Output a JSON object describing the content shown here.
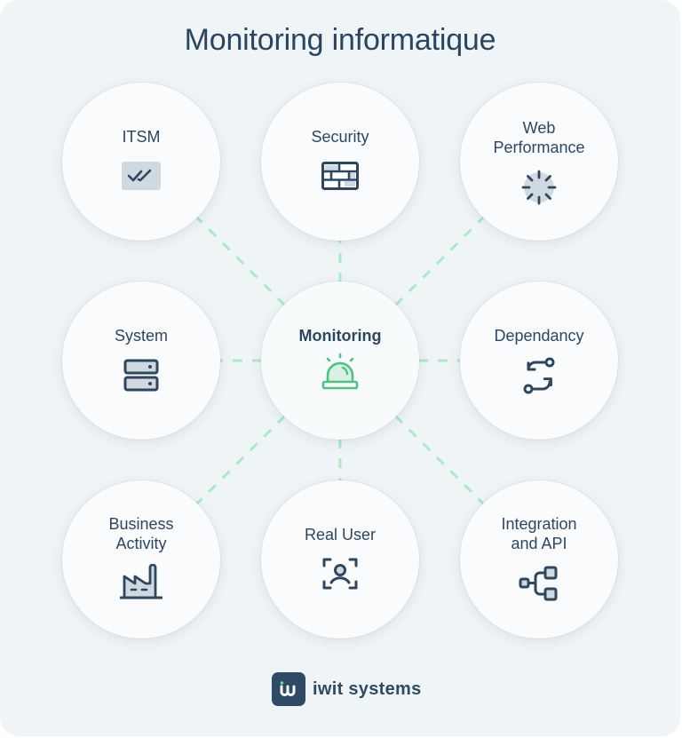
{
  "title": "Monitoring informatique",
  "center": {
    "label": "Monitoring",
    "icon": "alarm-siren-icon",
    "accent": "#4cc47f"
  },
  "nodes": [
    {
      "id": "itsm",
      "label_lines": [
        "ITSM"
      ],
      "icon": "double-check-icon"
    },
    {
      "id": "security",
      "label_lines": [
        "Security"
      ],
      "icon": "firewall-brick-icon"
    },
    {
      "id": "web-performance",
      "label_lines": [
        "Web",
        "Performance"
      ],
      "icon": "loading-spinner-icon"
    },
    {
      "id": "system",
      "label_lines": [
        "System"
      ],
      "icon": "server-stack-icon"
    },
    {
      "id": "dependancy",
      "label_lines": [
        "Dependancy"
      ],
      "icon": "swap-arrows-icon"
    },
    {
      "id": "business-activity",
      "label_lines": [
        "Business",
        "Activity"
      ],
      "icon": "factory-icon"
    },
    {
      "id": "real-user",
      "label_lines": [
        "Real User"
      ],
      "icon": "user-focus-icon"
    },
    {
      "id": "integration-api",
      "label_lines": [
        "Integration",
        "and API"
      ],
      "icon": "hierarchy-tree-icon"
    }
  ],
  "footer": {
    "brand": "iwit systems",
    "logo_letter": "w"
  },
  "colors": {
    "background": "#eff4f7",
    "node": "#f9fbfc",
    "text": "#2d4761",
    "connector": "#a8ebc4",
    "icon_fill": "#d0d8e0"
  }
}
